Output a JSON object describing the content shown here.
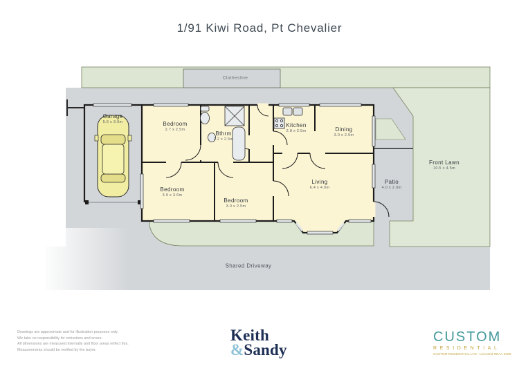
{
  "title": "1/91 Kiwi Road, Pt Chevalier",
  "plan": {
    "rooms": {
      "garage": {
        "name": "Garage",
        "dims": "5.6 x 3.6m"
      },
      "bedroom1": {
        "name": "Bedroom",
        "dims": "2.7 x 2.5m"
      },
      "bathroom": {
        "name": "Bthrm",
        "dims": "2.2 x 2.5m"
      },
      "kitchen": {
        "name": "Kitchen",
        "dims": "2.8 x 2.5m"
      },
      "dining": {
        "name": "Dining",
        "dims": "3.0 x 2.5m"
      },
      "living": {
        "name": "Living",
        "dims": "6.4 x 4.0m"
      },
      "bedroom2": {
        "name": "Bedroom",
        "dims": "3.9 x 3.6m"
      },
      "bedroom3": {
        "name": "Bedroom",
        "dims": "3.0 x 2.5m"
      },
      "patio": {
        "name": "Patio",
        "dims": "4.0 x 2.0m"
      },
      "front_lawn": {
        "name": "Front Lawn",
        "dims": "10.5 x 4.5m"
      }
    },
    "areas": {
      "clothesline": "Clothesline",
      "shared_driveway": "Shared Driveway"
    },
    "colors": {
      "lawn": "#dce6d2",
      "concrete": "#d3d6d9",
      "floor": "#fcf5d4",
      "walls": "#1c1c1c",
      "car": "#f1eda2"
    }
  },
  "footer": {
    "disclaimer_lines": [
      "Drawings are approximate and for illustration purposes only.",
      "We take no responsibility for omissions and errors.",
      "All dimensions are measured internally and floor areas reflect this.",
      "Measurements should be verified by the buyer."
    ],
    "agent_logo": {
      "line1": "Keith",
      "amp": "&",
      "line2": "Sandy"
    },
    "brand_logo": {
      "name": "CUSTOM",
      "sub": "RESIDENTIAL",
      "tagline": "CUSTOM RESIDENTIAL LTD - Licensed REAA 2008",
      "name_color": "#459a9c",
      "sub_color": "#c2a33b"
    }
  }
}
